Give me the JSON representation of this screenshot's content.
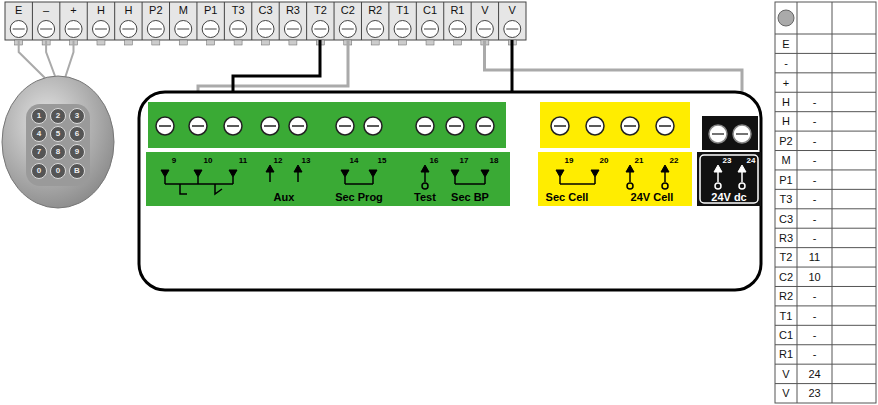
{
  "diagram": {
    "labels": [
      "E",
      "–",
      "+",
      "H",
      "H",
      "P2",
      "M",
      "P1",
      "T3",
      "C3",
      "R3",
      "T2",
      "C2",
      "R2",
      "T1",
      "C1",
      "R1",
      "V",
      "V",
      "1",
      "2",
      "3",
      "4",
      "5",
      "6",
      "7",
      "8",
      "9",
      "0",
      "0",
      "B",
      "9",
      "10",
      "11",
      "12",
      "13",
      "Aux",
      "14",
      "15",
      "Sec Prog",
      "16",
      "Test",
      "17",
      "18",
      "Sec BP",
      "19",
      "20",
      "Sec Cell",
      "21",
      "22",
      "24V Cell",
      "23",
      "24",
      "24V dc",
      "E",
      "-",
      "+",
      "H",
      "-",
      "H",
      "-",
      "P2",
      "-",
      "M",
      "-",
      "P1",
      "-",
      "T3",
      "-",
      "C3",
      "-",
      "R3",
      "-",
      "T2",
      "11",
      "C2",
      "10",
      "R2",
      "-",
      "T1",
      "-",
      "C1",
      "-",
      "R1",
      "-",
      "V",
      "24",
      "V",
      "23"
    ]
  }
}
